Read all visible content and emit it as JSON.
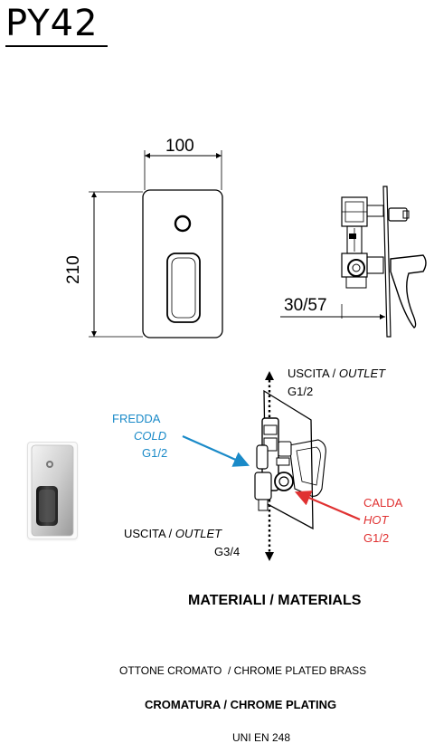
{
  "model": {
    "code": "PY42"
  },
  "front_view": {
    "width": "100",
    "height": "210"
  },
  "side_view": {
    "depth": "30/57"
  },
  "connections": {
    "outlet_top": {
      "line1_prefix": "USCITA / ",
      "line1_italic": "OUTLET",
      "size": "G1/2"
    },
    "cold": {
      "name": "FREDDA",
      "name_en": "COLD",
      "size": "G1/2",
      "color": "#1a8ac8"
    },
    "hot": {
      "name": "CALDA",
      "name_en": "HOT",
      "size": "G1/2",
      "color": "#e03131"
    },
    "outlet_bottom": {
      "line1_prefix": "USCITA / ",
      "line1_italic": "OUTLET",
      "size": "G3/4"
    }
  },
  "materials": {
    "heading": "MATERIALI / MATERIALS",
    "material": "OTTONE CROMATO  / CHROME PLATED BRASS",
    "plating_heading": "CROMATURA / CHROME PLATING",
    "standard": "UNI EN 248"
  }
}
